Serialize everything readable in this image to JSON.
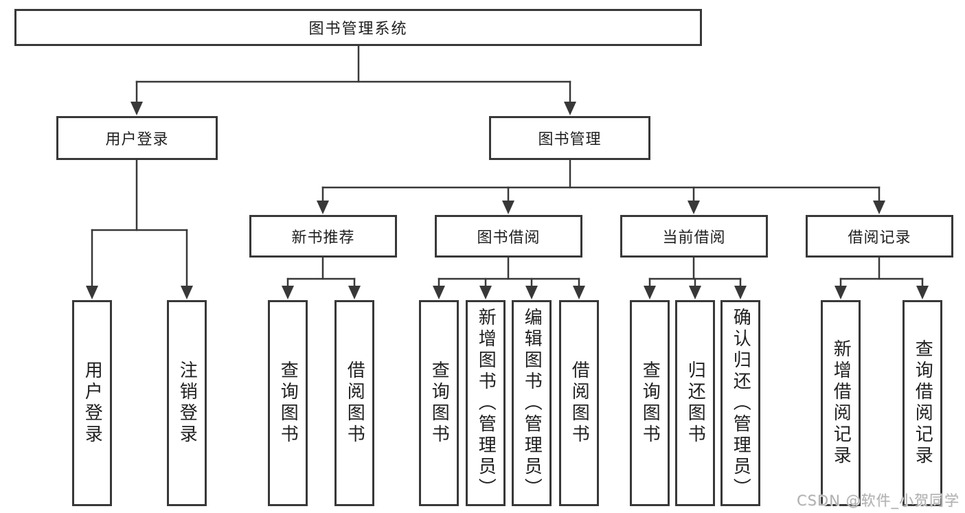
{
  "diagram": {
    "root": {
      "label": "图书管理系统"
    },
    "level2": [
      {
        "label": "用户登录"
      },
      {
        "label": "图书管理"
      }
    ],
    "level3": [
      {
        "label": "新书推荐"
      },
      {
        "label": "图书借阅"
      },
      {
        "label": "当前借阅"
      },
      {
        "label": "借阅记录"
      }
    ],
    "leaves": [
      {
        "label": "用户登录",
        "parent": "用户登录"
      },
      {
        "label": "注销登录",
        "parent": "用户登录"
      },
      {
        "label": "查询图书",
        "parent": "新书推荐"
      },
      {
        "label": "借阅图书",
        "parent": "新书推荐"
      },
      {
        "label": "查询图书",
        "parent": "图书借阅"
      },
      {
        "label": "新增图书（管理员）",
        "parent": "图书借阅"
      },
      {
        "label": "编辑图书（管理员）",
        "parent": "图书借阅"
      },
      {
        "label": "借阅图书",
        "parent": "图书借阅"
      },
      {
        "label": "查询图书",
        "parent": "当前借阅"
      },
      {
        "label": "归还图书",
        "parent": "当前借阅"
      },
      {
        "label": "确认归还（管理员）",
        "parent": "当前借阅"
      },
      {
        "label": "新增借阅记录",
        "parent": "借阅记录"
      },
      {
        "label": "查询借阅记录",
        "parent": "借阅记录"
      }
    ],
    "colors": {
      "line": "#383838",
      "border": "#383838",
      "text": "#1f1f1f",
      "background": "#ffffff",
      "watermark": "#b0b0b0"
    }
  },
  "watermark": {
    "text": "CSDN @软件_小贺同学"
  }
}
